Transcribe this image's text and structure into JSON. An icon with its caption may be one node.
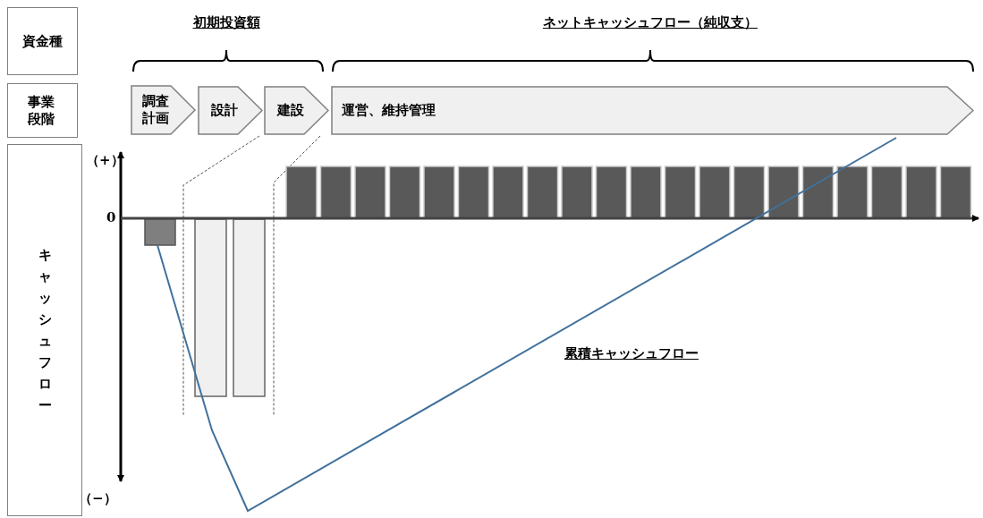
{
  "diagram": {
    "nodes": [
      {
        "text": [
          "資金種"
        ]
      },
      {
        "text": [
          "事業段階"
        ]
      },
      {
        "text": [
          "キャッシュフロー"
        ]
      },
      {
        "text": [
          "調査計画"
        ]
      },
      {
        "text": [
          "設計"
        ]
      },
      {
        "text": [
          "建設"
        ]
      },
      {
        "text": [
          "運営、維持管理"
        ]
      }
    ],
    "edges": [],
    "labels": [
      "初期投資額",
      "ネットキャッシュフロー（純収支）",
      "（+）",
      "0",
      "累積キャッシュフロー",
      "（−）"
    ]
  }
}
